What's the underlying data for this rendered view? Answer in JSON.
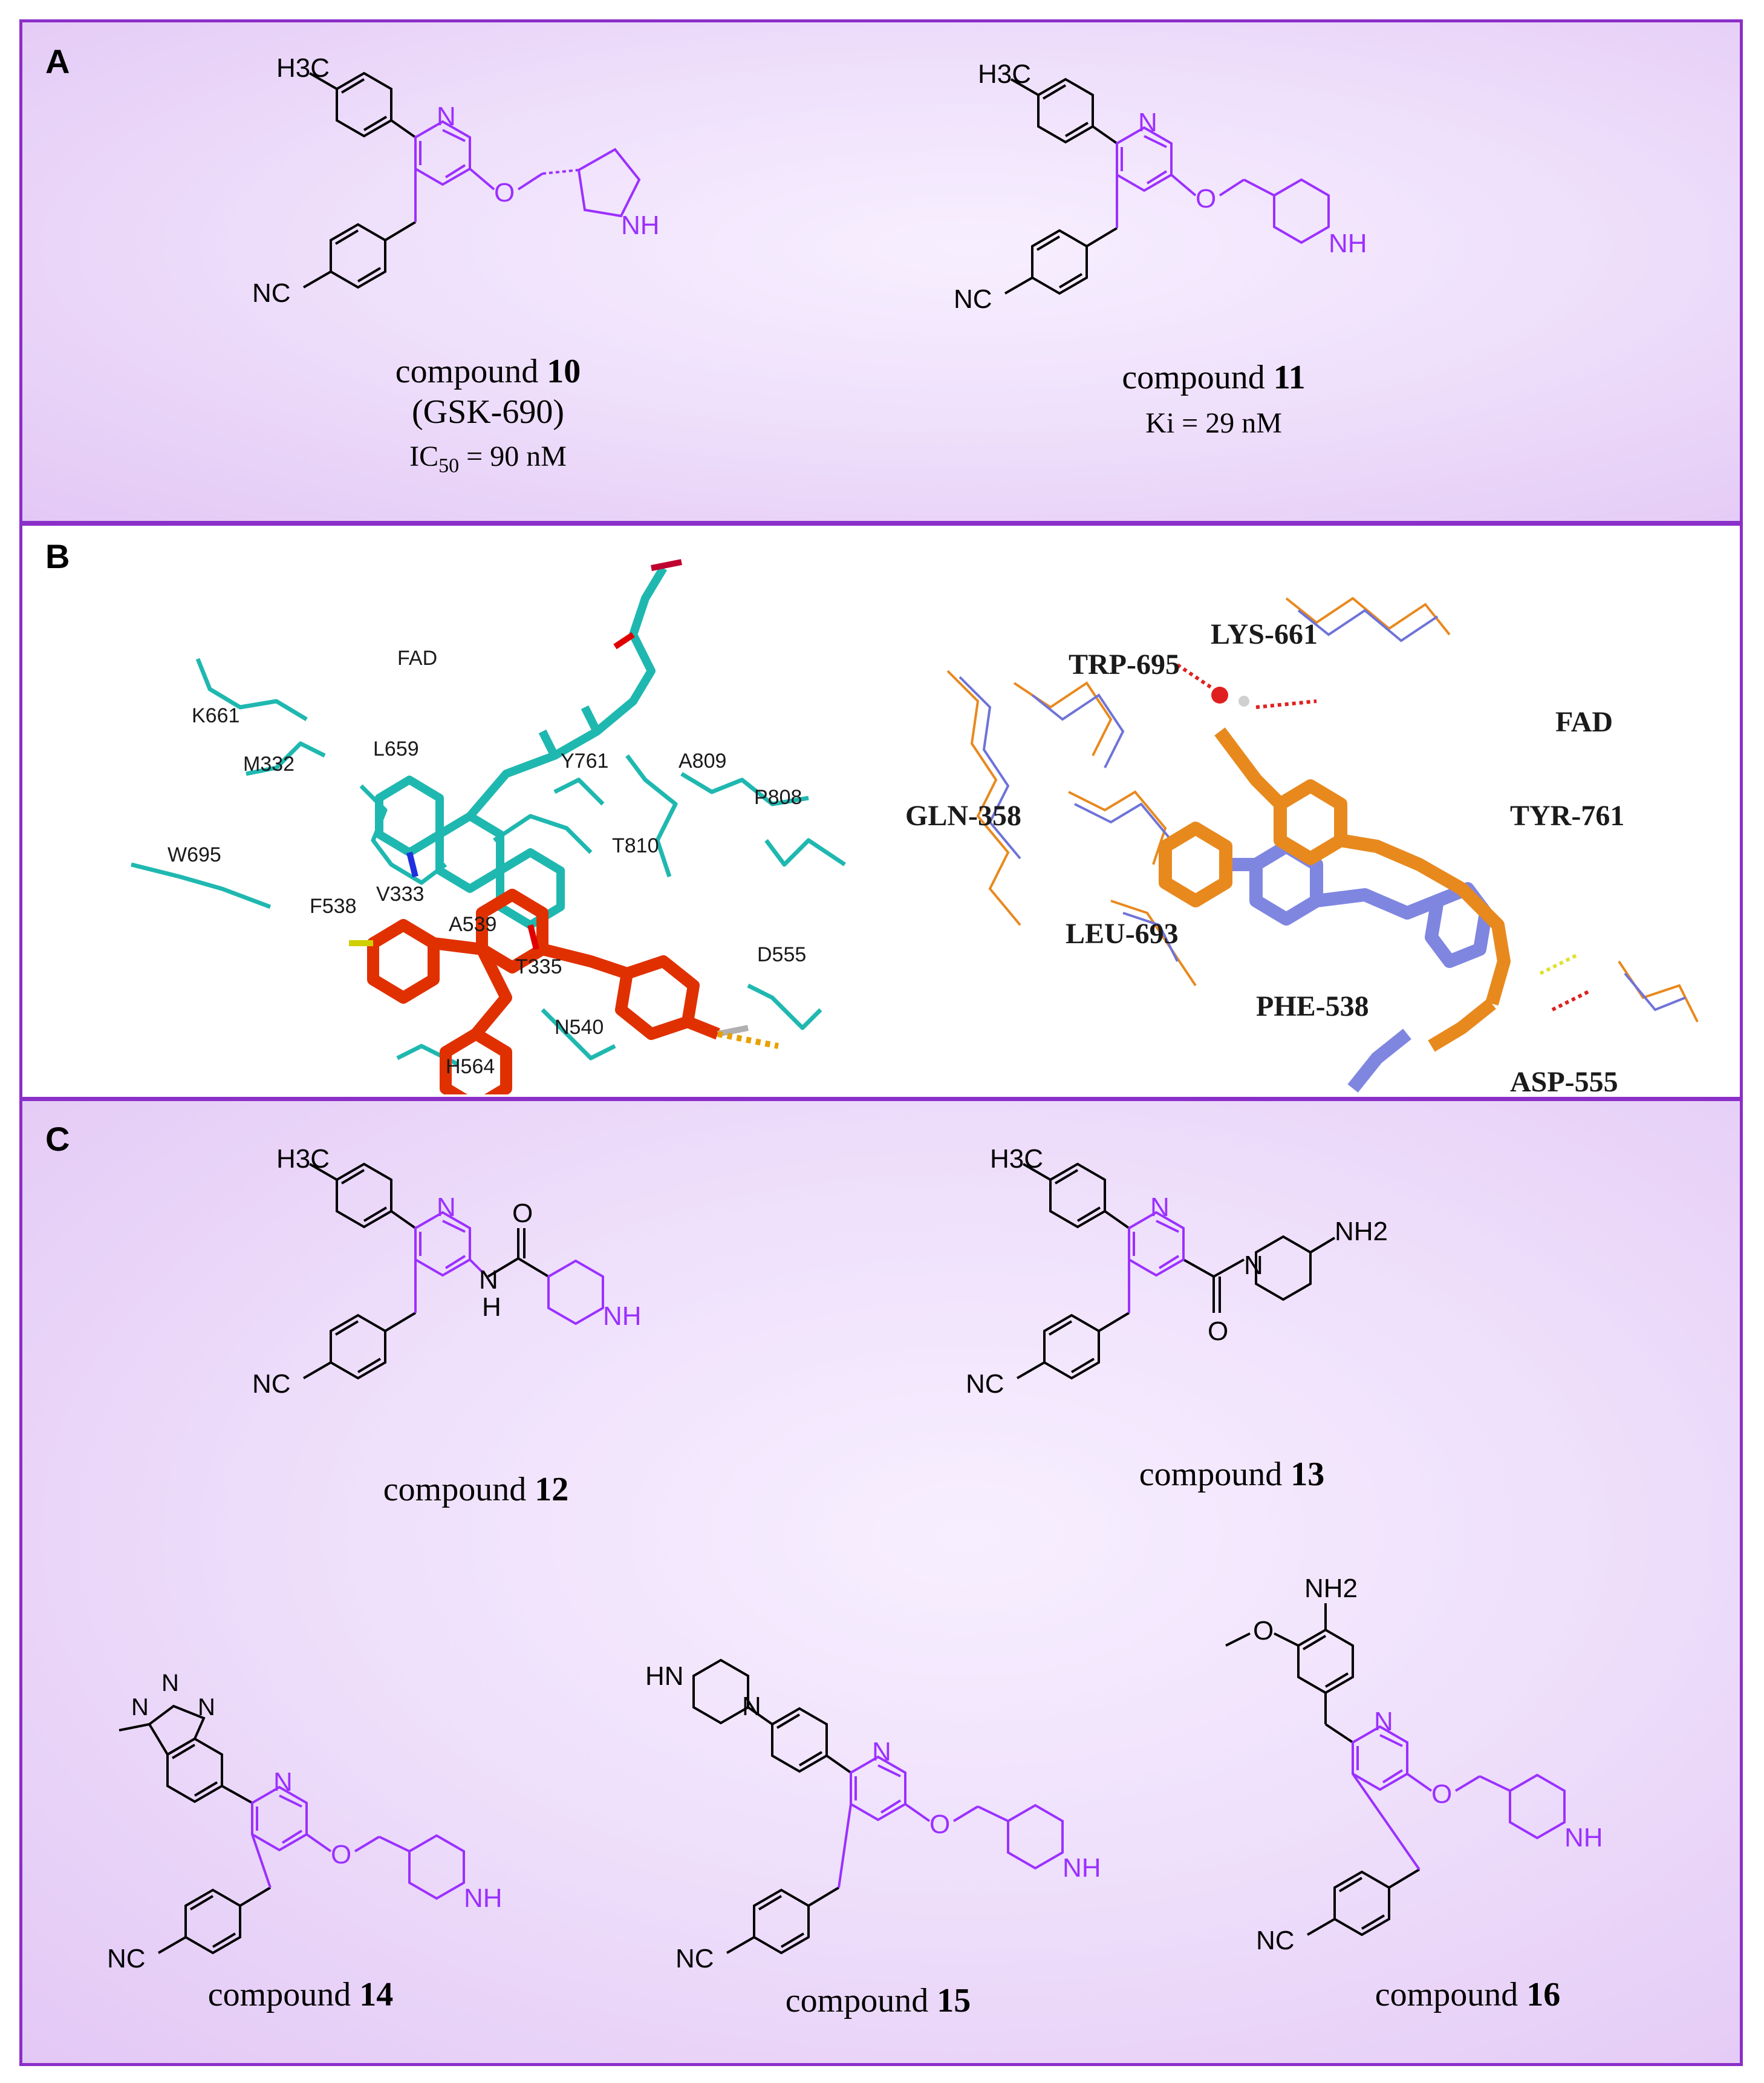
{
  "panels": {
    "A": {
      "letter": "A"
    },
    "B": {
      "letter": "B"
    },
    "C": {
      "letter": "C"
    }
  },
  "compounds": {
    "c10": {
      "prefix": "compound",
      "number": "10",
      "alias": "(GSK-690)",
      "activity_label": "IC",
      "activity_sub": "50",
      "activity_value": " = 90 nM"
    },
    "c11": {
      "prefix": "compound",
      "number": "11",
      "activity": "Ki = 29 nM"
    },
    "c12": {
      "prefix": "compound",
      "number": "12"
    },
    "c13": {
      "prefix": "compound",
      "number": "13"
    },
    "c14": {
      "prefix": "compound",
      "number": "14"
    },
    "c15": {
      "prefix": "compound",
      "number": "15"
    },
    "c16": {
      "prefix": "compound",
      "number": "16"
    }
  },
  "atoms": {
    "h3c": "H3C",
    "n": "N",
    "o": "O",
    "nh": "NH",
    "nc": "NC",
    "hn": "HN",
    "h": "H",
    "nh2": "NH2"
  },
  "docking_left": {
    "labels": [
      "FAD",
      "K661",
      "M332",
      "L659",
      "Y761",
      "A809",
      "P808",
      "T810",
      "W695",
      "F538",
      "V333",
      "A539",
      "T335",
      "D555",
      "N540",
      "H564"
    ]
  },
  "docking_right": {
    "labels": [
      "LYS-661",
      "TRP-695",
      "FAD",
      "GLN-358",
      "TYR-761",
      "LEU-693",
      "PHE-538",
      "ASP-555"
    ]
  },
  "colors": {
    "scaffold": "#9b30ff",
    "border": "#8b2fc9",
    "ligand_red": "#e03000",
    "protein_teal": "#1fb8b0",
    "ligand_orange": "#e8891e",
    "ligand_blue": "#7f86e0"
  }
}
